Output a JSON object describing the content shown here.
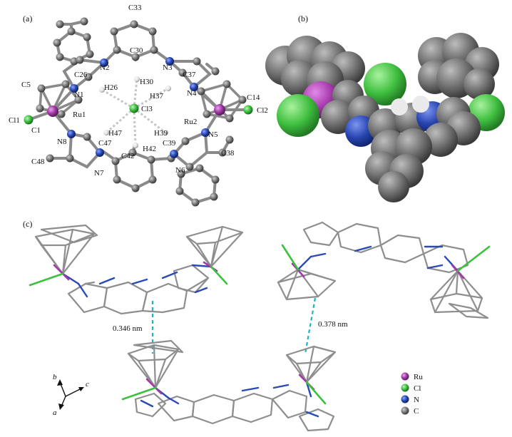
{
  "panels": {
    "a": {
      "tag": "(a)",
      "atoms": [
        "C33",
        "C30",
        "N2",
        "N3",
        "C26",
        "H30",
        "C37",
        "H26",
        "N4",
        "C5",
        "N1",
        "H37",
        "C14",
        "Ru1",
        "Cl3",
        "Ru2",
        "Cl1",
        "Cl2",
        "C1",
        "H47",
        "H39",
        "N5",
        "N8",
        "C47",
        "C39",
        "C38",
        "C42",
        "H42",
        "C48",
        "N7",
        "N6"
      ]
    },
    "b": {
      "tag": "(b)"
    },
    "c": {
      "tag": "(c)",
      "distances": [
        "0.346 nm",
        "0.378 nm"
      ],
      "axes": {
        "b": "b",
        "c": "c",
        "a": "a"
      }
    }
  },
  "legend": [
    {
      "label": "Ru",
      "color": "#a23aa8"
    },
    {
      "label": "Cl",
      "color": "#35b63a"
    },
    {
      "label": "N",
      "color": "#1f3ca0"
    },
    {
      "label": "C",
      "color": "#5a5a5a"
    }
  ],
  "colors": {
    "carbon": "#777777",
    "stick": "#8a8a8a",
    "nitrogen": "#2a49b5",
    "ru": "#a23aa8",
    "cl": "#3cc13f",
    "hbond": "#bdbdbd",
    "pi": "#19b4c6"
  }
}
